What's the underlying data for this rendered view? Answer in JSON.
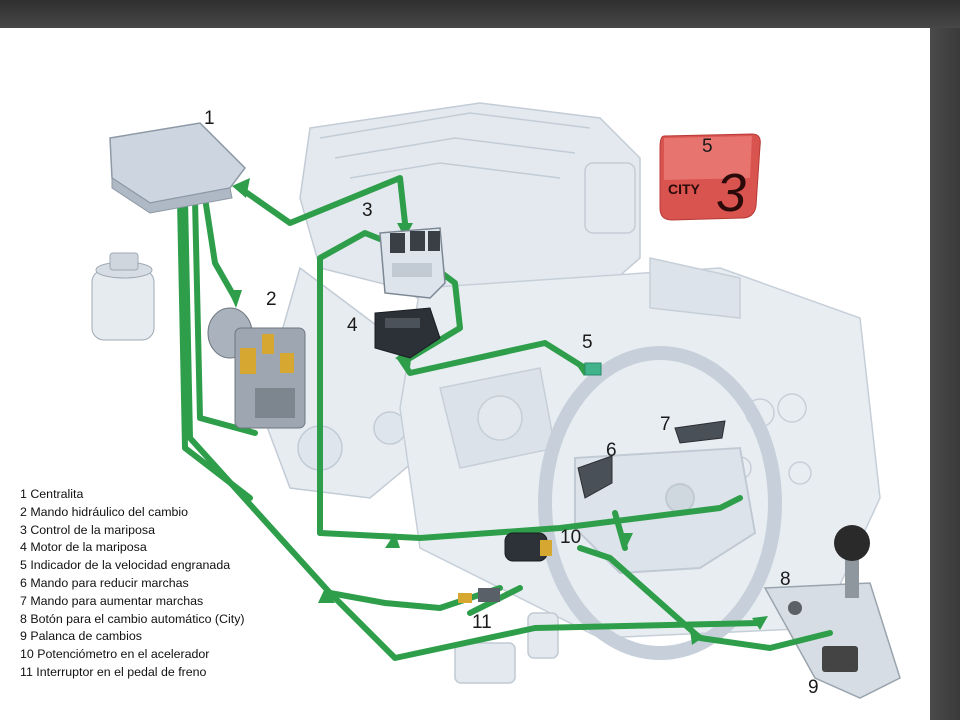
{
  "callouts": {
    "n1": "1",
    "n2": "2",
    "n3": "3",
    "n4": "4",
    "n5a": "5",
    "n5b": "5",
    "n6": "6",
    "n7": "7",
    "n8": "8",
    "n9": "9",
    "n10": "10",
    "n11": "11"
  },
  "display": {
    "mode_text": "CITY",
    "gear": "3"
  },
  "legend": {
    "items": [
      "1 Centralita",
      "2 Mando hidráulico del cambio",
      "3 Control de la mariposa",
      "4 Motor de la mariposa",
      "5 Indicador de la velocidad engranada",
      "6 Mando para reducir marchas",
      "7 Mando para aumentar marchas",
      "8 Botón para el cambio automático (City)",
      "9 Palanca de cambios",
      "10 Potenciómetro en el acelerador",
      "11 Interruptor en el pedal de freno"
    ]
  },
  "colors": {
    "wire": "#2e9e4a",
    "ghost": "#c9d2dc",
    "display_bg": "#d9534f"
  }
}
